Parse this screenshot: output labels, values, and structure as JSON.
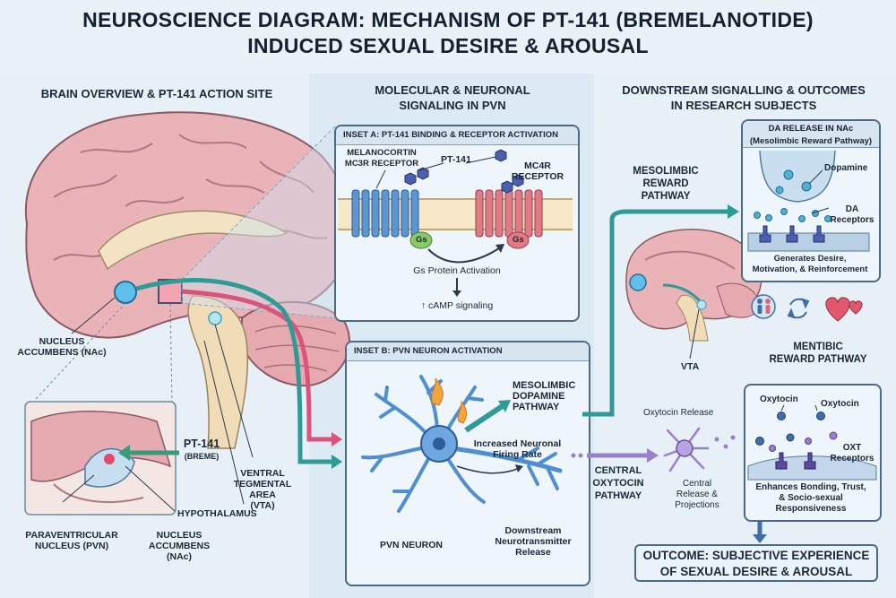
{
  "title": {
    "line1": "NEUROSCIENCE DIAGRAM: MECHANISM OF PT-141 (BREMELANOTIDE)",
    "line2": "INDUCED SEXUAL DESIRE & AROUSAL"
  },
  "sections": {
    "brain": "BRAIN OVERVIEW & PT-141 ACTION SITE",
    "molecular_1": "MOLECULAR & NEURONAL",
    "molecular_2": "SIGNALING IN PVN",
    "downstream_1": "DOWNSTREAM SIGNALLING & OUTCOMES",
    "downstream_2": "IN RESEARCH SUBJECTS"
  },
  "brain_labels": {
    "nac_1": "NUCLEUS",
    "nac_2": "ACCUMBENS (NAc)",
    "pt141": "PT-141",
    "breme": "(BREME)",
    "vta_1": "VENTRAL",
    "vta_2": "TEGMENTAL AREA",
    "vta_3": "(VTA)",
    "hypothalamus": "HYPOTHALAMUS",
    "pvn_1": "PARAVENTRICULAR",
    "pvn_2": "NUCLEUS (PVN)",
    "nac2_1": "NUCLEUS",
    "nac2_2": "ACCUMBENS",
    "nac2_3": "(NAc)"
  },
  "inset_a": {
    "header": "INSET A: PT-141 BINDING & RECEPTOR ACTIVATION",
    "mc3r_1": "MELANOCORTIN",
    "mc3r_2": "MC3R RECEPTOR",
    "pt141": "PT-141",
    "mc4r_1": "MC4R",
    "mc4r_2": "RECEPTOR",
    "gs_left": "Gs",
    "gs_right": "Gs",
    "gs_activation": "Gs Protein Activation",
    "camp": "↑ cAMP signaling"
  },
  "inset_b": {
    "header": "INSET B: PVN NEURON ACTIVATION",
    "mesolimbic_1": "MESOLIMBIC",
    "mesolimbic_2": "DOPAMINE",
    "mesolimbic_3": "PATHWAY",
    "firing_1": "Increased Neuronal",
    "firing_2": "Firing Rate",
    "pvn_neuron": "PVN NEURON",
    "downstream_1": "Downstream",
    "downstream_2": "Neurotransmitter",
    "downstream_3": "Release"
  },
  "right": {
    "mesolimbic_1": "MESOLIMBIC",
    "mesolimbic_2": "REWARD",
    "mesolimbic_3": "PATHWAY",
    "vta": "VTA",
    "mentibic_1": "MENTIBIC",
    "mentibic_2": "REWARD PATHWAY",
    "central_1": "CENTRAL",
    "central_2": "OXYTOCIN",
    "central_3": "PATHWAY",
    "oxy_release": "Oxytocin Release",
    "central_rel_1": "Central",
    "central_rel_2": "Release &",
    "central_rel_3": "Projections"
  },
  "da_box": {
    "head_1": "DA RELEASE IN NAc",
    "head_2": "(Mesolimbic Reward Pathway)",
    "dopamine": "Dopamine",
    "da_1": "DA",
    "da_2": "Receptors",
    "gen_1": "Generates Desire,",
    "gen_2": "Motivation, & Reinforcement"
  },
  "oxt_box": {
    "oxy_a": "Oxytocin",
    "oxy_b": "Oxytocin",
    "oxt_1": "OXT",
    "oxt_2": "Receptors",
    "enh_1": "Enhances Bonding, Trust,",
    "enh_2": "& Socio-sexual",
    "enh_3": "Responsiveness"
  },
  "outcome": {
    "line1": "OUTCOME: SUBJECTIVE EXPERIENCE",
    "line2": "OF SEXUAL DESIRE & AROUSAL"
  },
  "colors": {
    "brain_pink": "#e8aeb4",
    "neuron_blue": "#4f8fd0",
    "pathway_teal": "#2f9a96",
    "pathway_pink": "#d9547a",
    "pathway_purple": "#9b7fc8",
    "receptor_red": "#d66b78",
    "receptor_blue": "#4b86c6",
    "gs_green": "#8bc86a"
  }
}
